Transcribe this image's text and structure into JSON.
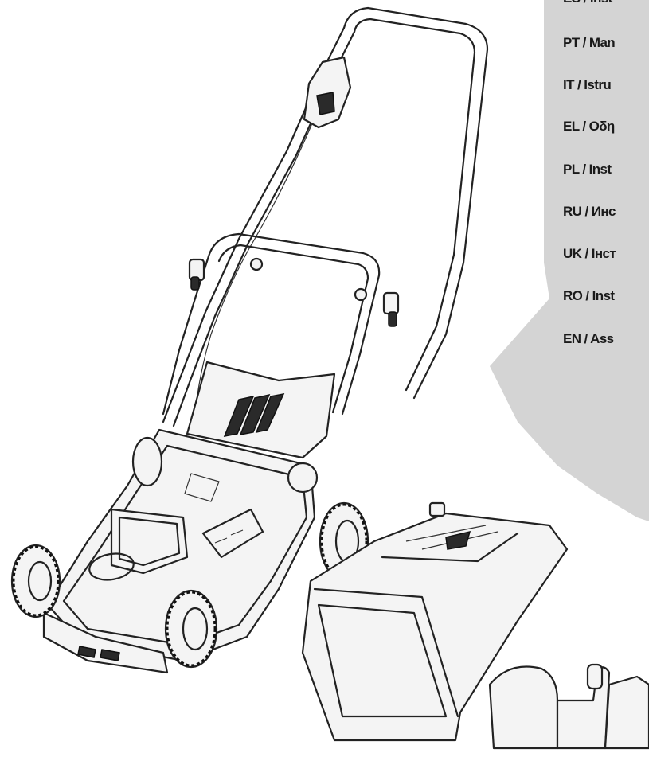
{
  "language_list": [
    {
      "code": "ES",
      "label": "ES / Inst"
    },
    {
      "code": "PT",
      "label": "PT / Man"
    },
    {
      "code": "IT",
      "label": "IT / Istru"
    },
    {
      "code": "EL",
      "label": "EL / Οδη"
    },
    {
      "code": "PL",
      "label": "PL / Inst"
    },
    {
      "code": "RU",
      "label": "RU / Инс"
    },
    {
      "code": "UK",
      "label": "UK / Інст"
    },
    {
      "code": "RO",
      "label": "RO / Inst"
    },
    {
      "code": "EN",
      "label": "EN / Ass"
    }
  ],
  "colors": {
    "panel": "#d4d4d4",
    "text": "#1a1a1a",
    "outline": "#222222"
  },
  "illustration": {
    "subject": "cordless lawn mower with grass collection box"
  }
}
